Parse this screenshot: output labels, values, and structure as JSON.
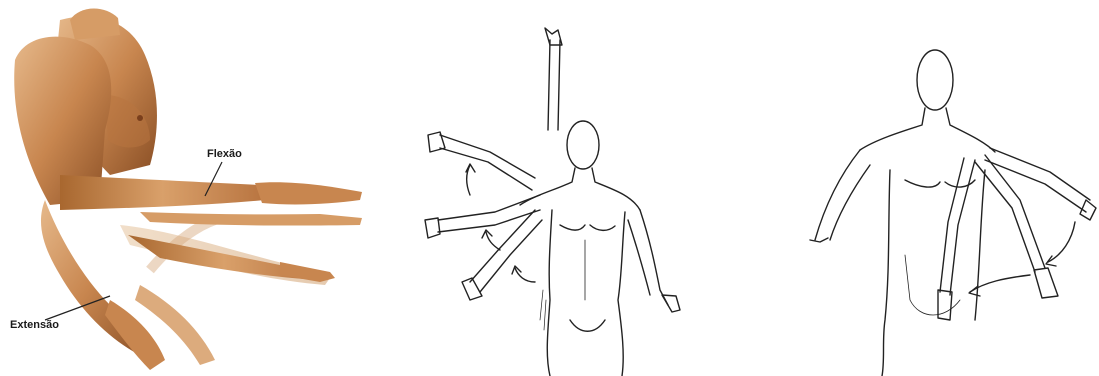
{
  "figure": {
    "labels": {
      "flexion": "Flexão",
      "extension": "Extensão"
    },
    "colors": {
      "skin": "#c8864f",
      "skin_light": "#e3b383",
      "skin_shadow": "#8a4f25",
      "line_drawing": "#222222"
    },
    "panels": [
      {
        "id": "anatomical-arm",
        "icon": "shoulder-flexion-extension-illustration"
      },
      {
        "id": "shoulder-abduction-sketch",
        "icon": "arm-raise-sketch"
      },
      {
        "id": "shoulder-adduction-sketch",
        "icon": "arm-lower-sketch"
      }
    ]
  }
}
